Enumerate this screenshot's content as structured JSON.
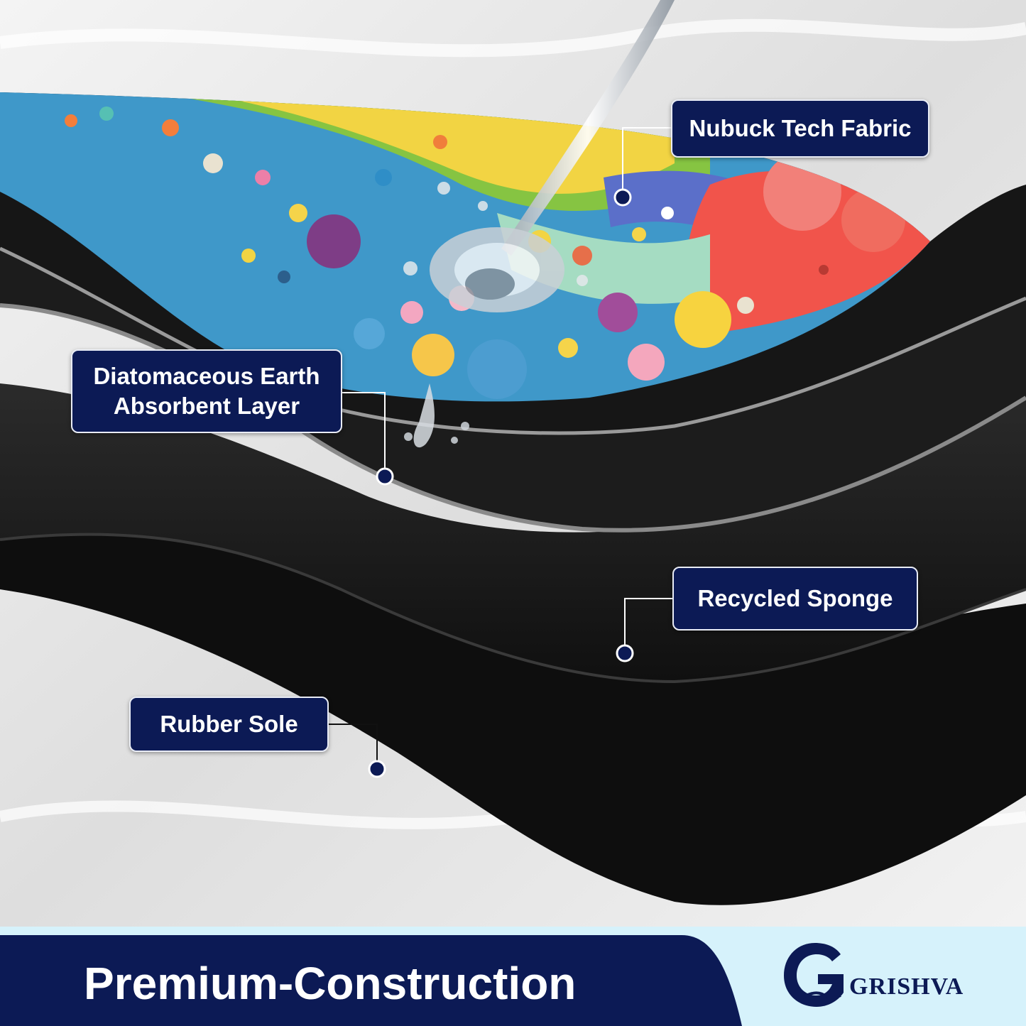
{
  "callouts": {
    "fabric": "Nubuck Tech Fabric",
    "diatomaceous_line1": "Diatomaceous Earth",
    "diatomaceous_line2": "Absorbent Layer",
    "sponge": "Recycled Sponge",
    "rubber": "Rubber Sole"
  },
  "footer": {
    "title": "Premium-Construction",
    "brand": "GRISHVA",
    "logo_icon": "handshake-g-logo-icon"
  },
  "colors": {
    "navy": "#0c1a55",
    "footer_light": "#d6f2fb",
    "layer_black": "#151515",
    "background": "#ececec"
  }
}
